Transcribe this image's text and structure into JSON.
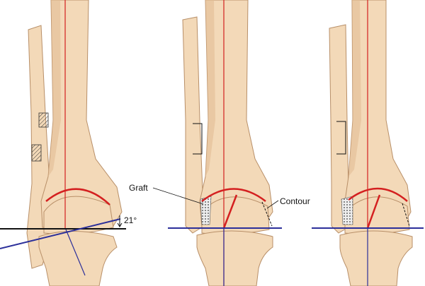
{
  "labels": {
    "angle": "21°",
    "graft": "Graft",
    "contour": "Contour"
  },
  "colors": {
    "bone": "#f3d9b8",
    "axis_red": "#d42020",
    "axis_blue": "#2b2f9a",
    "reference_black": "#111111"
  },
  "panels": [
    "before-osteotomy",
    "after-osteotomy-with-graft",
    "after-osteotomy-with-graft-variant"
  ]
}
